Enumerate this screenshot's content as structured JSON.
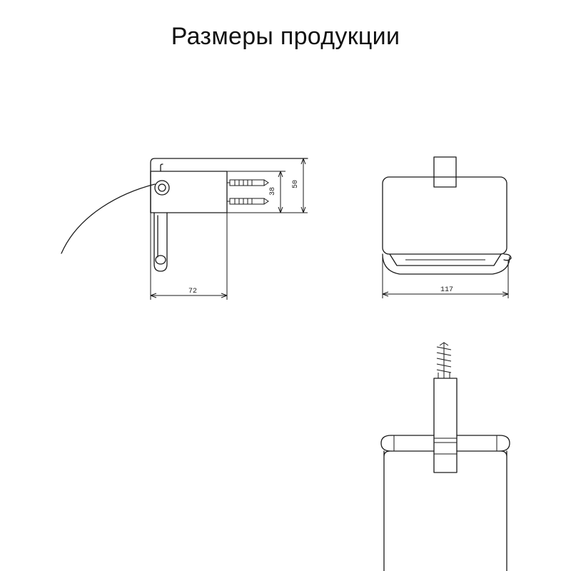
{
  "title": "Размеры продукции",
  "dimensions": {
    "side_width": "72",
    "side_total_height": "50",
    "side_inner_height": "38",
    "front_width": "117"
  },
  "colors": {
    "line": "#1a1a1a",
    "background": "#ffffff"
  }
}
